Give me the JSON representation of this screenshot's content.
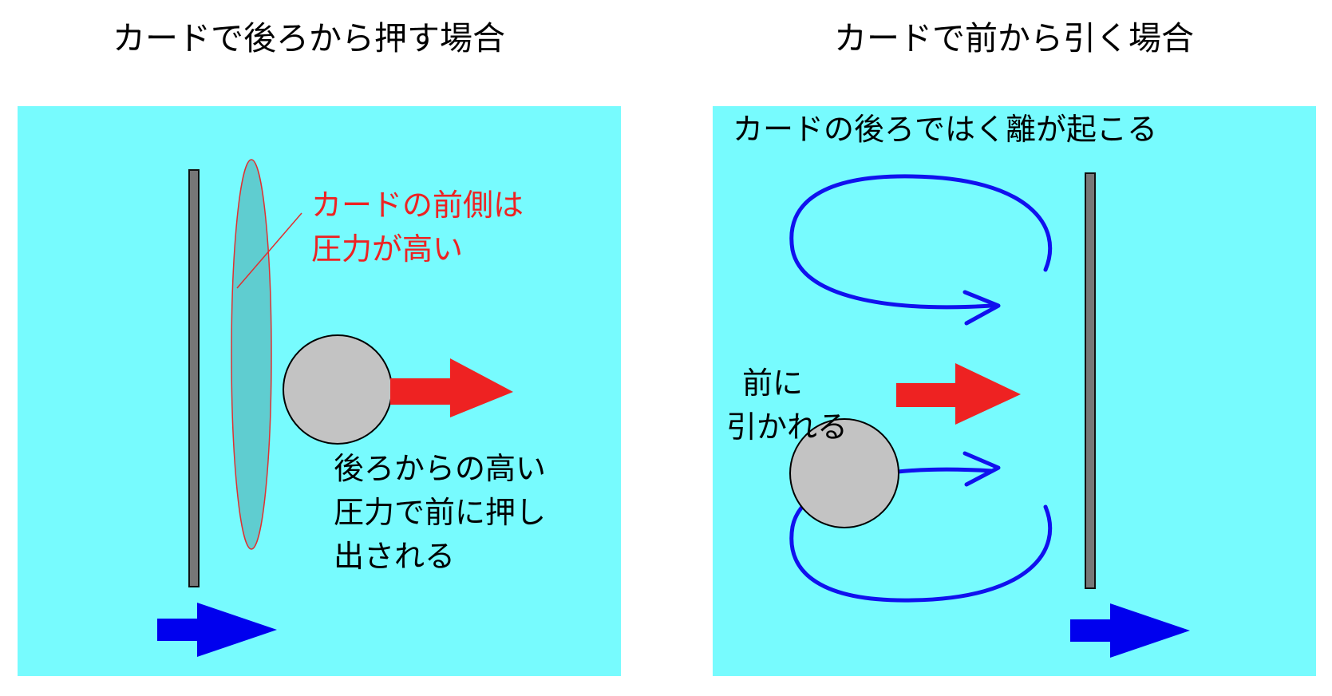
{
  "colors": {
    "water": "#77FBFE",
    "card": "#777777",
    "pressure_zone": "#5FCDD0",
    "pressure_outline": "#E03030",
    "ball": "#C3C3C3",
    "force_arrow": "#EE2222",
    "flow_arrow": "#0000EE",
    "vortex": "#1111EE",
    "red_text": "#EE2222",
    "black_text": "#000000"
  },
  "left": {
    "title": "カードで後ろから押す場合",
    "pressure_label": [
      "カードの前側は",
      "圧力が高い"
    ],
    "push_label": [
      "後ろからの高い",
      "圧力で前に押し",
      "出される"
    ]
  },
  "right": {
    "title": "カードで前から引く場合",
    "separation_label": "カードの後ろではく離が起こる",
    "pull_label": [
      "前に",
      "引かれる"
    ]
  }
}
